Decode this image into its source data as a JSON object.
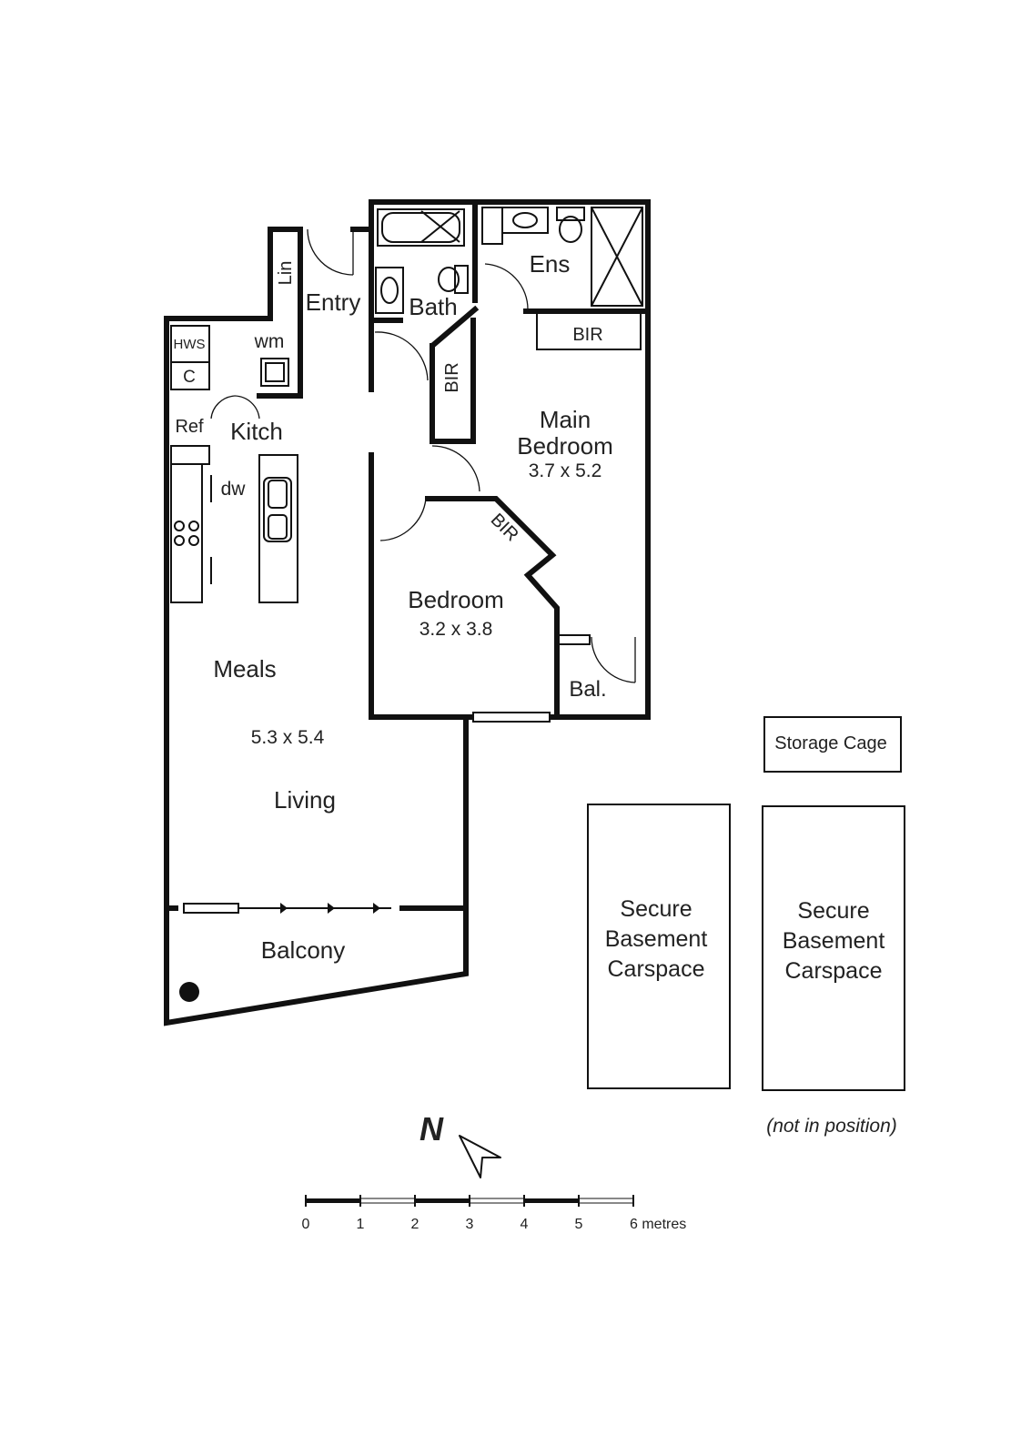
{
  "rooms": {
    "lin": "Lin",
    "entry": "Entry",
    "bath": "Bath",
    "ens": "Ens",
    "bir_top": "BIR",
    "bir_left": "BIR",
    "bir_bed": "BIR",
    "hws": "HWS",
    "wm": "wm",
    "c": "C",
    "ref": "Ref",
    "kitch": "Kitch",
    "dw": "dw",
    "main_bedroom_line1": "Main",
    "main_bedroom_line2": "Bedroom",
    "main_bedroom_dim": "3.7 x 5.2",
    "bedroom": "Bedroom",
    "bedroom_dim": "3.2 x 3.8",
    "bal": "Bal.",
    "meals": "Meals",
    "living_dim": "5.3 x 5.4",
    "living": "Living",
    "balcony": "Balcony"
  },
  "extras": {
    "storage_cage": "Storage Cage",
    "carspace_1": [
      "Secure",
      "Basement",
      "Carspace"
    ],
    "carspace_2": [
      "Secure",
      "Basement",
      "Carspace"
    ],
    "note": "(not in position)"
  },
  "compass": {
    "north": "N"
  },
  "scale": {
    "ticks": [
      "0",
      "1",
      "2",
      "3",
      "4",
      "5",
      "6 metres"
    ]
  }
}
